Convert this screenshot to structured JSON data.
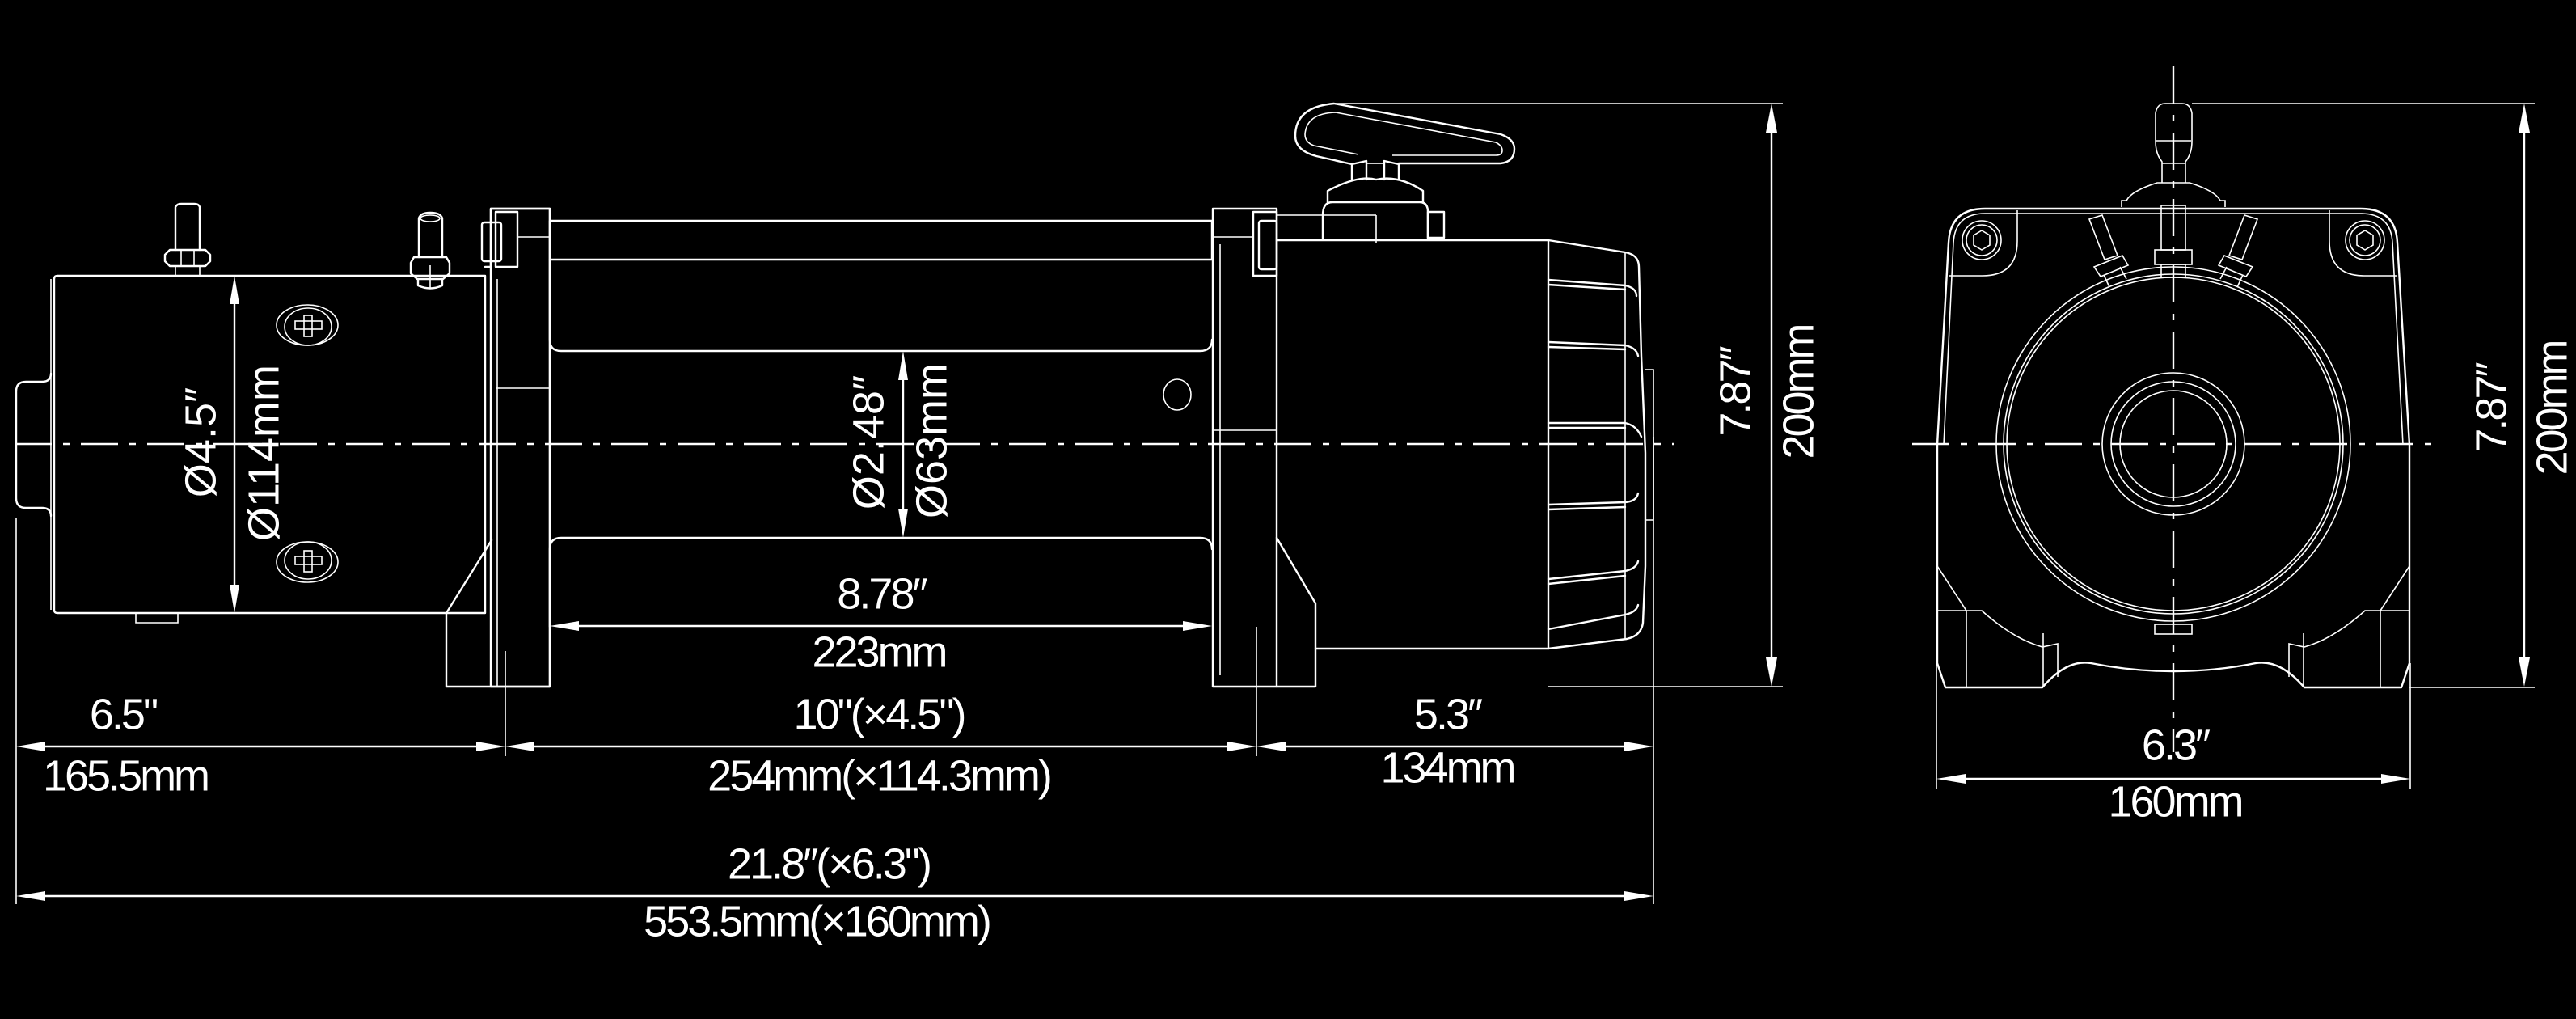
{
  "drawing": {
    "subject": "winch",
    "background_color": "#000000",
    "line_color": "#ffffff",
    "views": [
      "side-view",
      "front-view"
    ]
  },
  "side_view": {
    "motor_diameter": {
      "inch": "Ø4.5″",
      "mm": "Ø114mm"
    },
    "drum_diameter": {
      "inch": "Ø2.48″",
      "mm": "Ø63mm"
    },
    "drum_length": {
      "inch": "8.78″",
      "mm": "223mm"
    },
    "motor_length": {
      "inch": "6.5\"",
      "mm": "165.5mm"
    },
    "mount_spacing": {
      "inch": "10\"(×4.5\")",
      "mm": "254mm(×114.3mm)"
    },
    "gearbox_length": {
      "inch": "5.3″",
      "mm": "134mm"
    },
    "overall_length": {
      "inch": "21.8″(×6.3\")",
      "mm": "553.5mm(×160mm)"
    },
    "height": {
      "inch": "7.87″",
      "mm": "200mm"
    }
  },
  "front_view": {
    "width": {
      "inch": "6.3″",
      "mm": "160mm"
    },
    "height": {
      "inch": "7.87″",
      "mm": "200mm"
    }
  }
}
